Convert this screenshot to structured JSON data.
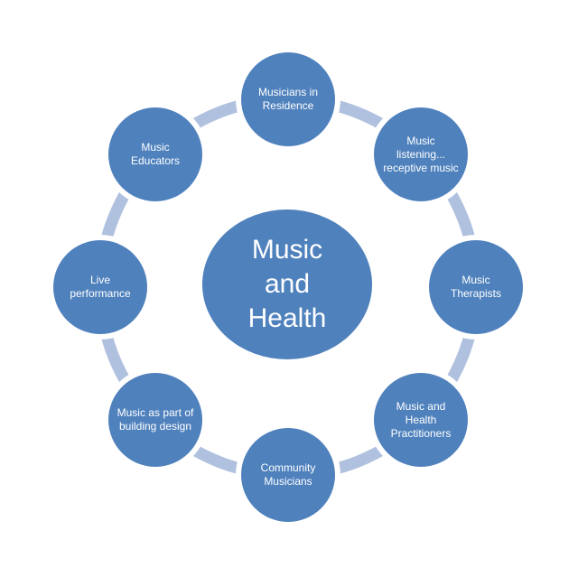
{
  "diagram": {
    "title": "Music and Health cycle diagram",
    "center": {
      "label": "Music and Health",
      "lines": [
        "Music",
        "and",
        "Health"
      ]
    },
    "nodes": [
      {
        "label": "Musicians in Residence"
      },
      {
        "label": "Music listening... receptive music"
      },
      {
        "label": "Music Therapists"
      },
      {
        "label": "Music and Health Practitioners"
      },
      {
        "label": "Community Musicians"
      },
      {
        "label": "Music as part of building design"
      },
      {
        "label": "Live performance"
      },
      {
        "label": "Music Educators"
      }
    ],
    "colors": {
      "node_fill": "#4f81bd",
      "ring": "#b0c1df",
      "text": "#ffffff",
      "bg": "#ffffff"
    }
  }
}
